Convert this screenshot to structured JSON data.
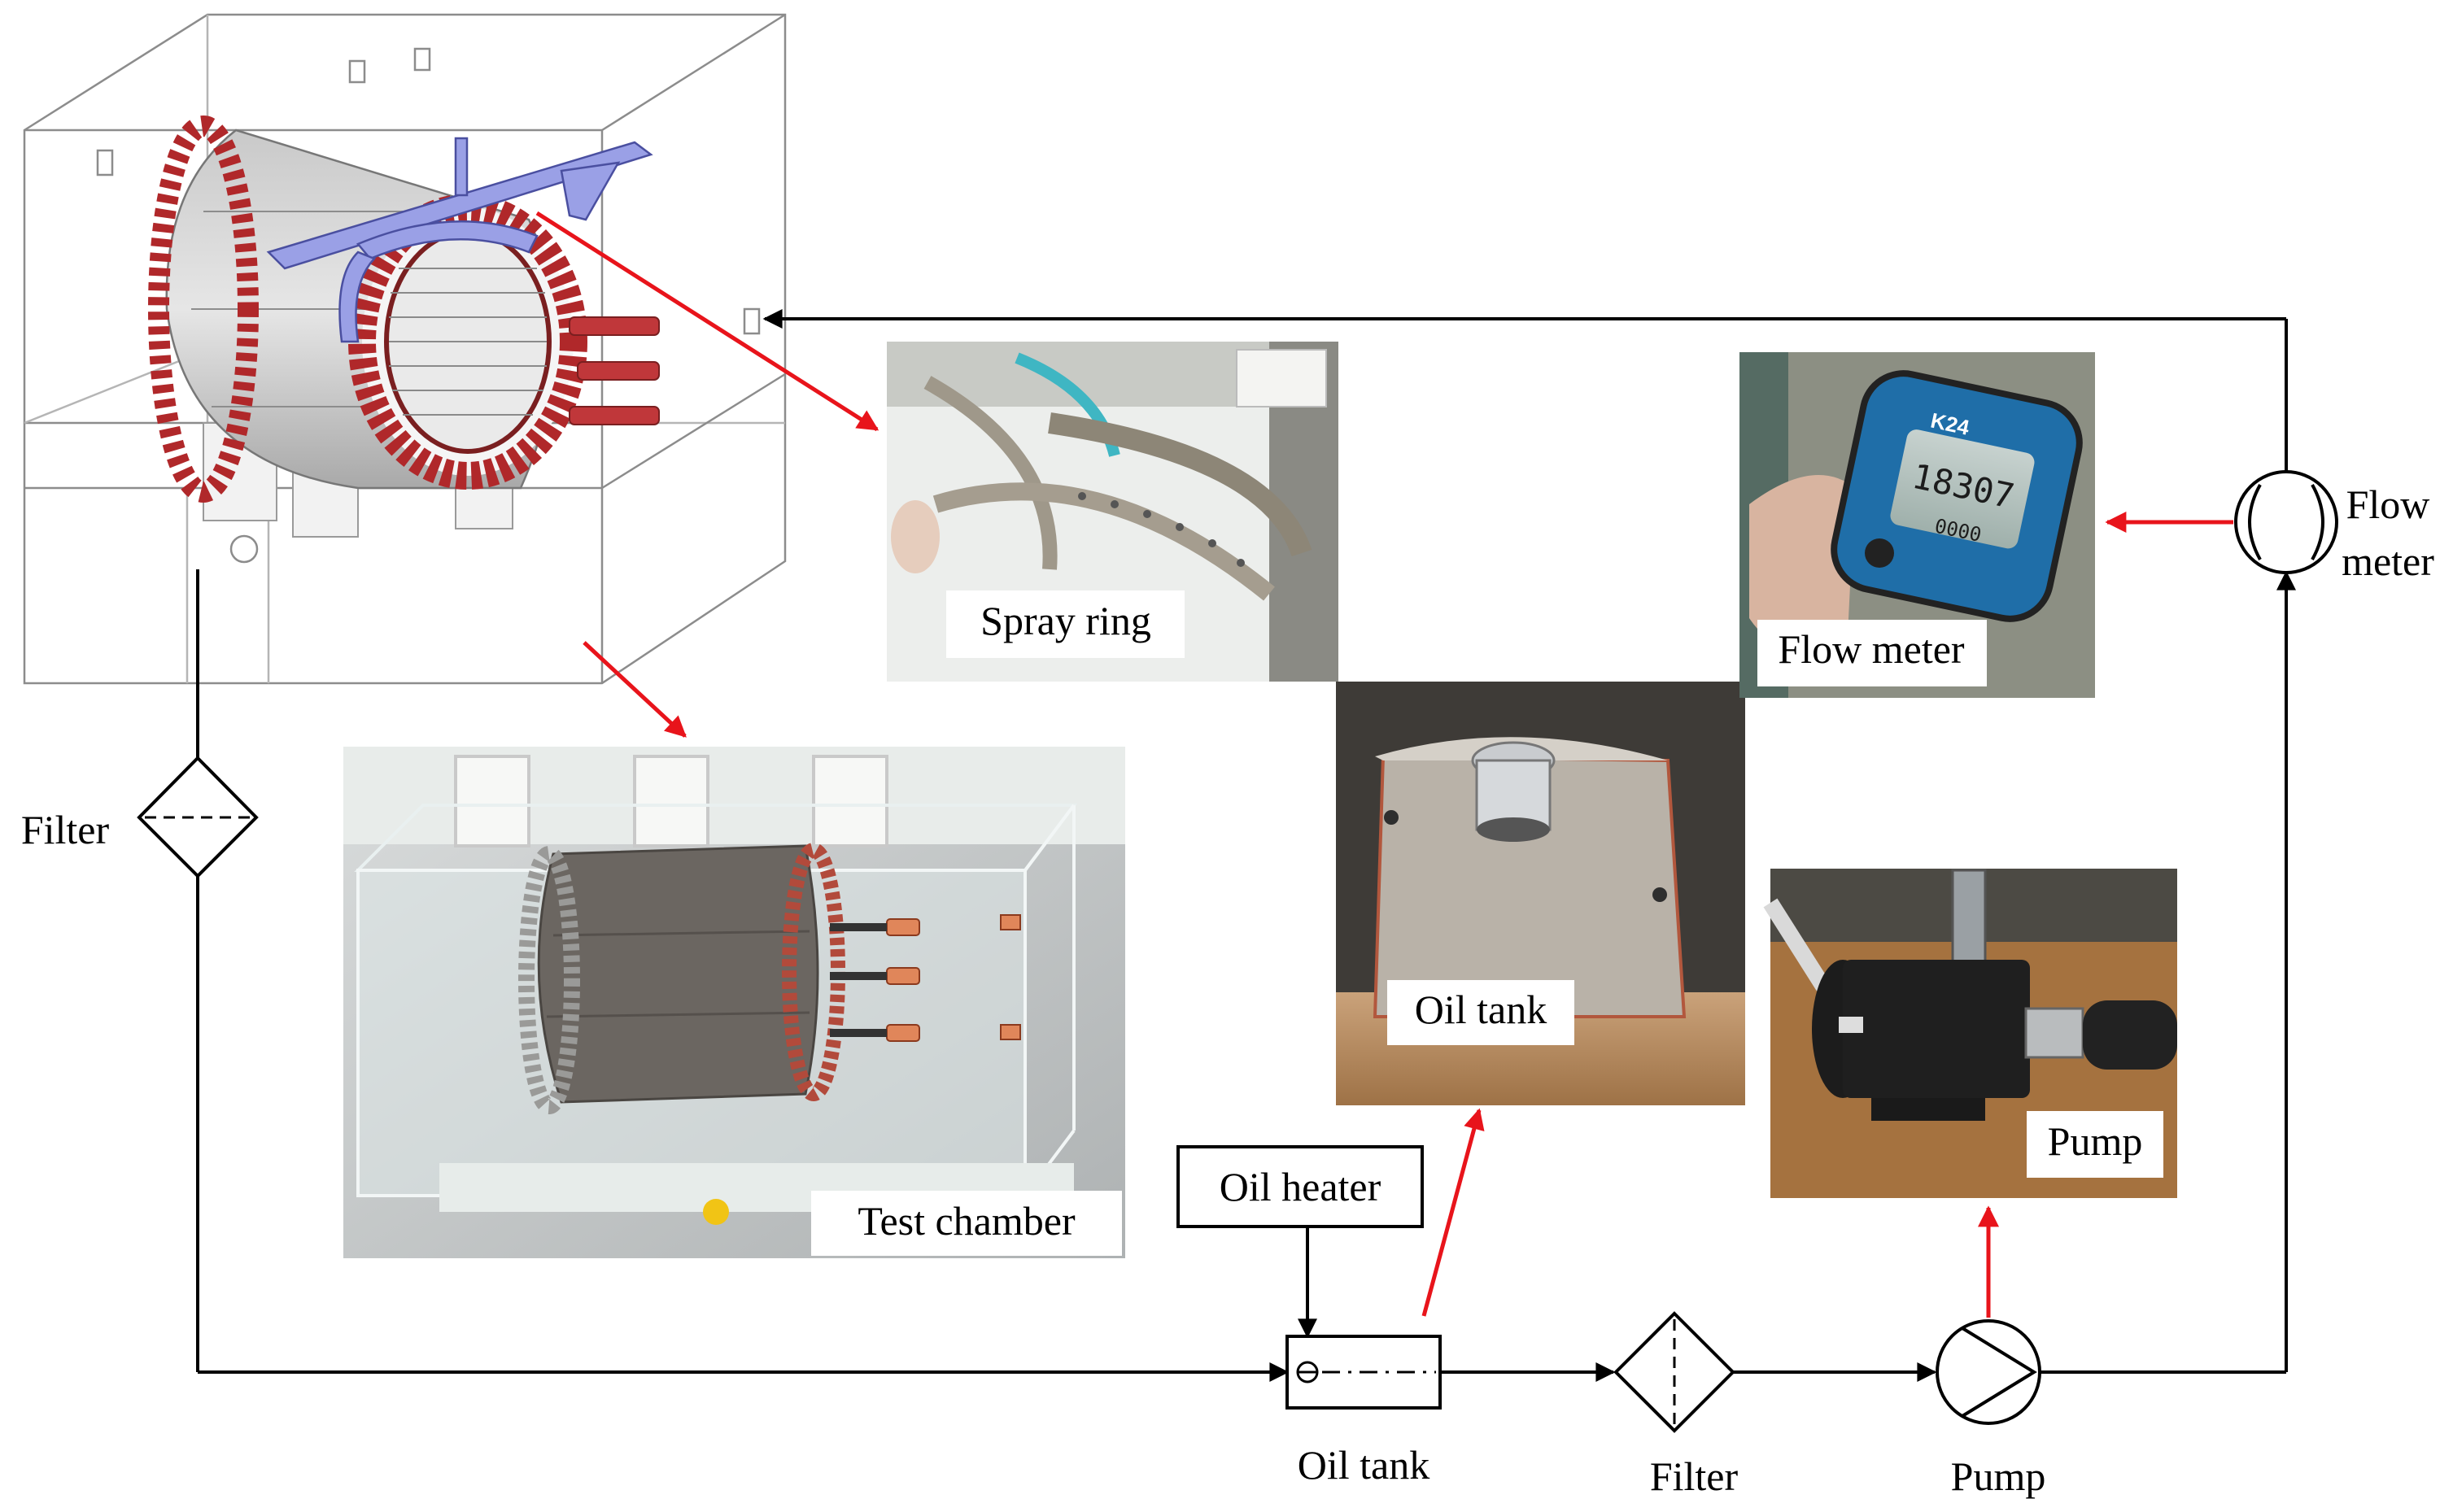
{
  "diagram": {
    "photos": {
      "spray_ring": "Spray ring",
      "test_chamber": "Test chamber",
      "oil_tank": "Oil tank",
      "flow_meter": "Flow meter",
      "pump": "Pump"
    },
    "flow_meter_display": {
      "brand": "K24",
      "reading_main": "18307",
      "reading_sub": "0000"
    },
    "boxes": {
      "oil_heater": "Oil heater"
    },
    "symbols": {
      "oil_tank": "Oil tank",
      "filter_bottom": "Filter",
      "pump": "Pump",
      "filter_left": "Filter",
      "flow_meter_line1": "Flow",
      "flow_meter_line2": "meter"
    },
    "colors": {
      "line": "#000000",
      "pointer_arrow": "#e8141b",
      "winding": "#b0282a",
      "spray_ring_part": "#9aa0e6"
    }
  }
}
